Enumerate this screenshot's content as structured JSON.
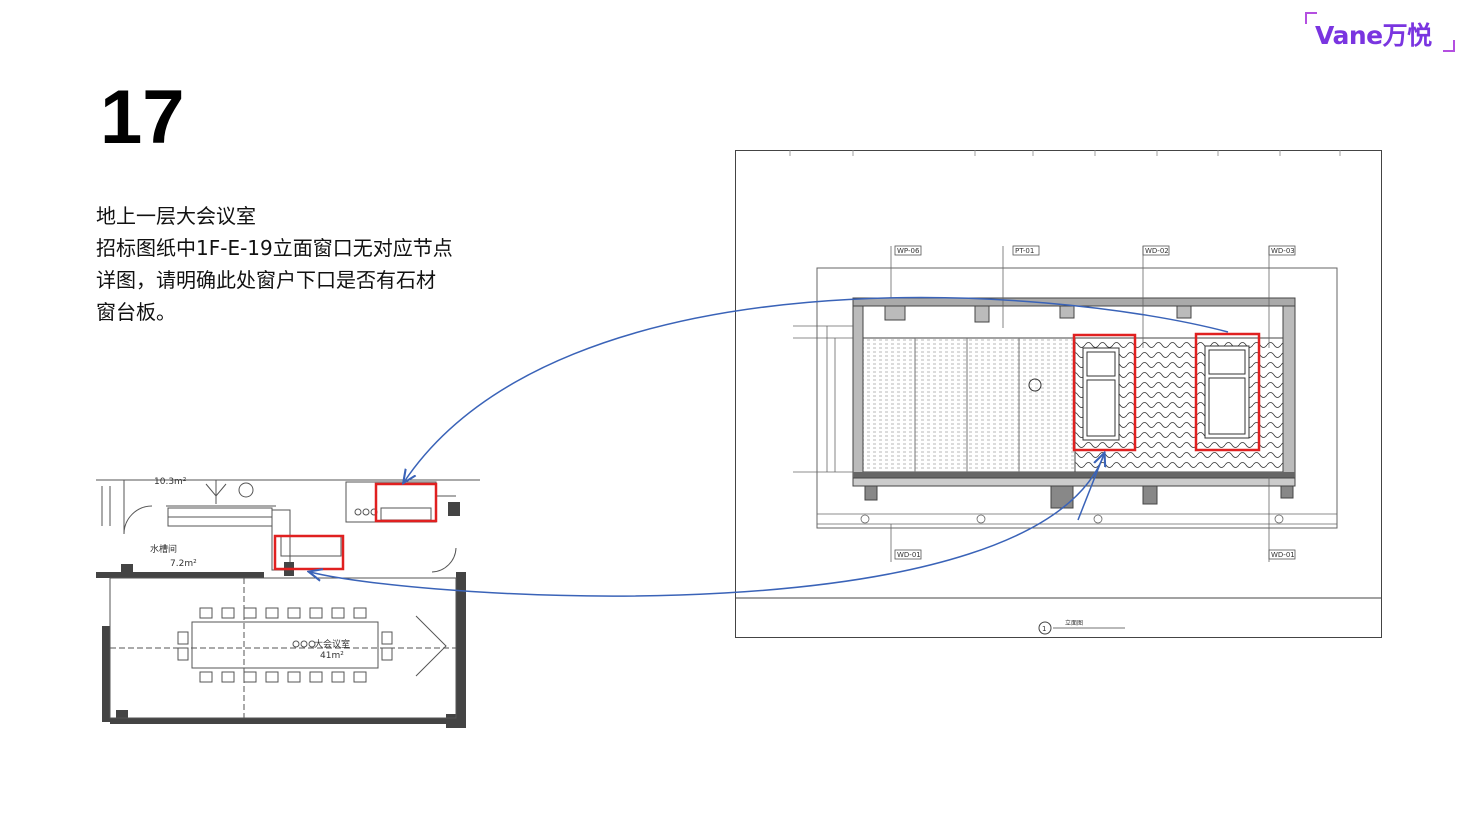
{
  "brand": {
    "name": "Vane万悦",
    "accent": "#7a35e0",
    "frame": "#b44fe0"
  },
  "slide": {
    "number": "17"
  },
  "description": {
    "lines": [
      "地上一层大会议室",
      "招标图纸中1F-E-19立面窗口无对应节点",
      "详图，请明确此处窗户下口是否有石材",
      "窗台板。"
    ]
  },
  "floor_plan": {
    "room_area_top": "10.3m²",
    "stair_label": "水槽间",
    "stair_area": "7.2m²",
    "room_name": "大会议室",
    "room_area": "41m²"
  },
  "elevation": {
    "tags_top": [
      "WP-06",
      "PT-01",
      "WD-02",
      "WD-03"
    ],
    "tags_bottom": [
      "WD-01",
      "WD-01"
    ],
    "view_number": "1",
    "view_title": "立面图"
  },
  "annotations": {
    "highlight_color": "#e02020",
    "arrow_color": "#3a63b8"
  }
}
